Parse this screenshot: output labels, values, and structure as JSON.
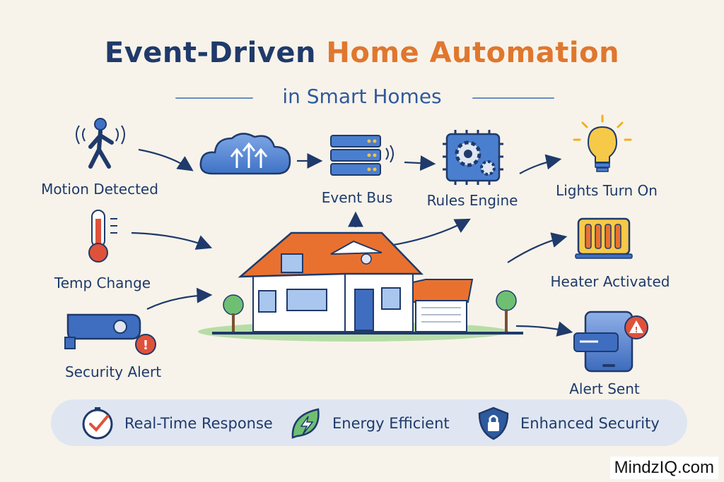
{
  "header": {
    "title_part1": "Event-Driven",
    "title_part2": "Home Automation",
    "subtitle": "in Smart Homes"
  },
  "triggers": [
    {
      "label": "Motion Detected",
      "icon": "motion-sensor-person-icon"
    },
    {
      "label": "Temp Change",
      "icon": "thermometer-icon"
    },
    {
      "label": "Security Alert",
      "icon": "security-camera-alert-icon"
    }
  ],
  "pipeline": [
    {
      "label": "",
      "icon": "cloud-upload-icon"
    },
    {
      "label": "Event Bus",
      "icon": "server-rack-icon"
    },
    {
      "label": "Rules Engine",
      "icon": "gear-chip-icon"
    }
  ],
  "actions": [
    {
      "label": "Lights Turn On",
      "icon": "lightbulb-icon"
    },
    {
      "label": "Heater Activated",
      "icon": "heater-icon"
    },
    {
      "label": "Alert Sent",
      "icon": "phone-alert-icon"
    }
  ],
  "features": [
    {
      "label": "Real-Time Response",
      "icon": "clock-check-icon"
    },
    {
      "label": "Energy Efficient",
      "icon": "leaf-bolt-icon"
    },
    {
      "label": "Enhanced Security",
      "icon": "shield-lock-icon"
    }
  ],
  "colors": {
    "navy": "#1f3a6b",
    "orange": "#e0772e",
    "blue": "#4a7fd0",
    "banner": "#dfe6f1",
    "background": "#f7f3ea"
  },
  "watermark": "MindzIQ.com"
}
